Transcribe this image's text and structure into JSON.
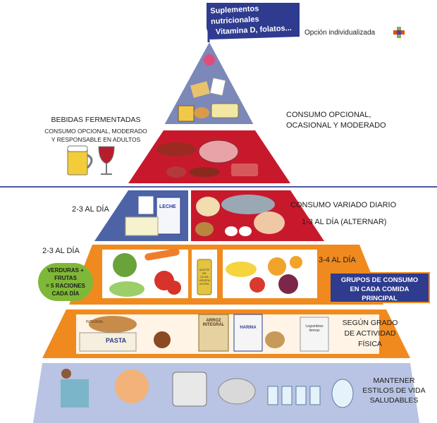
{
  "banner": {
    "line1": "Suplementos nutricionales",
    "line2": "Vitamina D, folatos..."
  },
  "personalized": {
    "label": "Opción individualizada"
  },
  "fermented": {
    "title": "BEBIDAS FERMENTADAS",
    "line1": "CONSUMO OPCIONAL, MODERADO",
    "line2": "Y RESPONSABLE EN ADULTOS"
  },
  "optional": {
    "line1": "CONSUMO OPCIONAL,",
    "line2": "OCASIONAL Y MODERADO"
  },
  "dairy_freq": "2-3  AL DÍA",
  "protein": {
    "line1": "CONSUMO VARIADO DIARIO",
    "line2": "1-3  AL DÍA (ALTERNAR)"
  },
  "veg_freq": "2-3  AL DÍA",
  "fruit_freq": "3-4  AL DÍA",
  "veg_badge": {
    "line1": "VERDURAS +",
    "line2": "FRUTAS",
    "line3": "= 5 RACIONES",
    "line4": "CADA DÍA"
  },
  "groups_box": {
    "line1": "GRUPOS DE CONSUMO",
    "line2": "EN CADA COMIDA",
    "line3": "PRINCIPAL"
  },
  "grain": {
    "line1": "SEGÚN GRADO",
    "line2": "DE ACTIVIDAD",
    "line3": "FÍSICA"
  },
  "base": {
    "line1": "MANTENER",
    "line2": "ESTILOS DE VIDA",
    "line3": "SALUDABLES"
  },
  "packaging": {
    "milk": "LECHE",
    "oil": "ACEITE DE OLIVA VIRGEN EXTRA",
    "pasta": "PASTA",
    "bread": "INTEGRAL",
    "rice": "ARROZ INTEGRAL",
    "flour": "HARINA",
    "legumes": "Legumbres tiernas"
  },
  "colors": {
    "navy": "#2e3b8f",
    "red": "#c8192c",
    "orange": "#f08a1e",
    "green": "#7fb838",
    "blue_band": "#4e63a6",
    "top_band": "#7b88b8",
    "base_band": "#b9c3e3"
  }
}
